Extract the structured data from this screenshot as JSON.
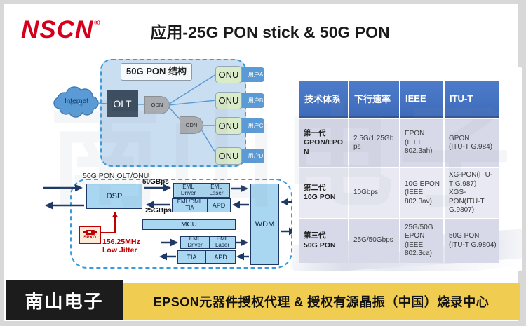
{
  "watermark": "南山电子",
  "header": {
    "logo": "NSCN",
    "registered_mark": "®",
    "title": "应用-25G PON stick & 50G PON"
  },
  "pon_structure": {
    "caption": "50G PON 结构",
    "internet_label": "Internet",
    "olt_label": "OLT",
    "odn_label": "ODN",
    "onu_label": "ONU",
    "users": [
      "用户A",
      "用户B",
      "用户C",
      "用户D"
    ]
  },
  "spec_table": {
    "headers": [
      "技术体系",
      "下行速率",
      "IEEE",
      "ITU-T"
    ],
    "rows": [
      [
        "第一代\nGPON/EPON",
        "2.5G/1.25Gbps",
        "EPON\n(IEEE 802.3ah)",
        "GPON\n(ITU-T G.984)"
      ],
      [
        "第二代\n10G PON",
        "10Gbps",
        "10G EPON\n(IEEE 802.3av)",
        "XG-PON(ITU-T G.987)\nXGS-PON(ITU-T G.9807)"
      ],
      [
        "第三代\n50G PON",
        "25G/50Gbps",
        "25G/50G EPON\n(IEEE 802.3ca)",
        "50G PON\n(ITU-T G.9804)"
      ]
    ]
  },
  "olt_diagram": {
    "caption": "50G PON OLT/ONU",
    "dsp": "DSP",
    "rate_tx": "50GBps",
    "rate_rx": "25GBps",
    "eml_driver": "EML\nDriver",
    "eml_laser": "EML\nLaser",
    "eml_dml_tia": "EML/DML\nTIA",
    "apd": "APD",
    "mcu": "MCU",
    "tia": "TIA",
    "wdm": "WDM",
    "spxo": "SPXO",
    "clock_freq": "156.25MHz",
    "clock_note": "Low Jitter"
  },
  "footer": {
    "brand": "南山电子",
    "tagline": "EPSON元器件授权代理 & 授权有源晶振（中国）烧录中心"
  },
  "colors": {
    "logo_red": "#D6001C",
    "table_header_blue": "#4472C4",
    "navy_arrow": "#1F3864",
    "device_fill": "#A9D7F1",
    "dashed_border_blue": "#3A9BDC",
    "onu_green": "#DAEBC9",
    "user_blue": "#5B9BD5",
    "spxo_red": "#C00000",
    "footer_yellow": "#F0CD51"
  }
}
